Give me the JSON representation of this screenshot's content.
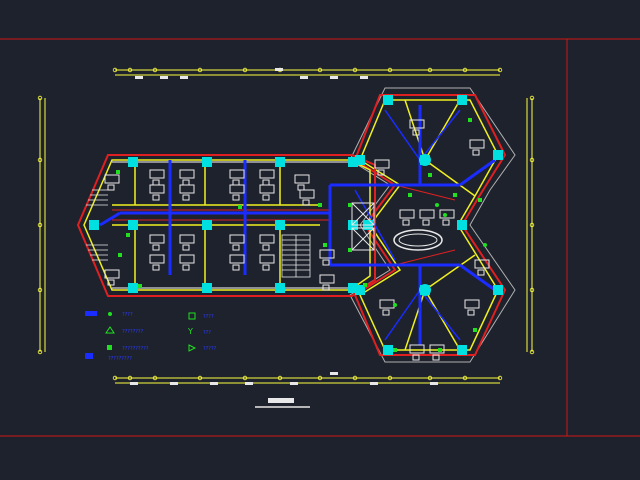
{
  "drawing": {
    "background": "#1e222d",
    "colors": {
      "frame": "#d01818",
      "wall_outer": "#ffffff",
      "wall_yellow": "#f0f020",
      "wall_red": "#e02020",
      "column_cyan": "#00e0e0",
      "duct_blue": "#1a2cff",
      "furniture_white": "#e8e8e8",
      "symbol_green": "#20e020",
      "dim_yellow": "#ffff40"
    }
  },
  "legend": {
    "items": [
      {
        "symbol": "dot-symbol",
        "label": "????"
      },
      {
        "symbol": "triangle-symbol",
        "label": "????????"
      },
      {
        "symbol": "square-symbol",
        "label": "??????????"
      },
      {
        "symbol": "box-symbol",
        "label": "????"
      },
      {
        "symbol": "y-symbol",
        "label": "???"
      },
      {
        "symbol": "arrow-symbol",
        "label": "?????"
      },
      {
        "symbol": "blue-square-symbol",
        "label": "?????????"
      }
    ]
  }
}
